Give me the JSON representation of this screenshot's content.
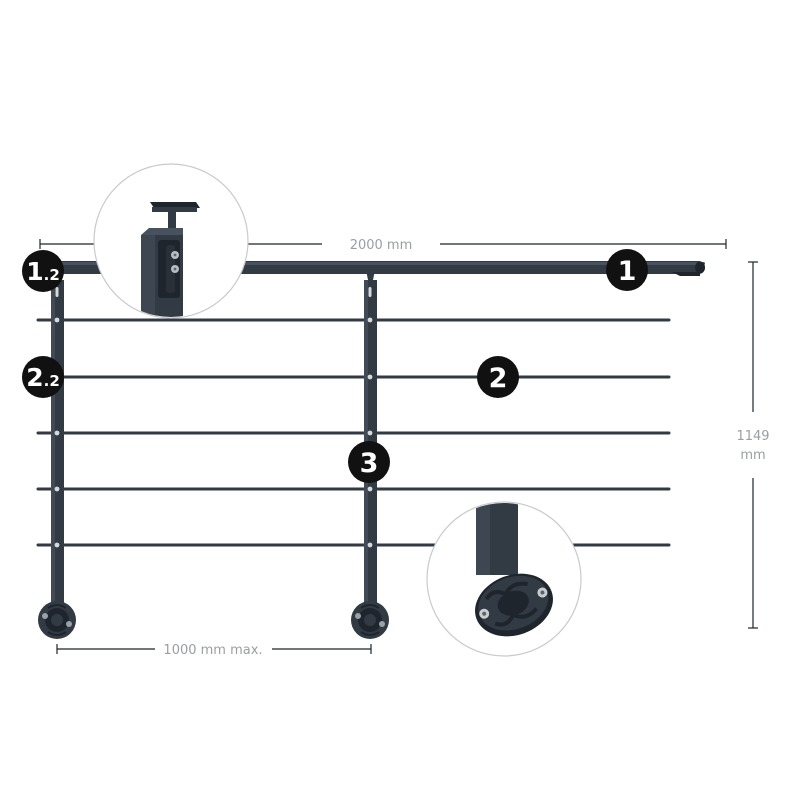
{
  "dimensions": {
    "width_label": "2000 mm",
    "post_spacing_label": "1000 mm max.",
    "height_value": "1149",
    "height_unit": "mm"
  },
  "badges": {
    "handrail": {
      "main": "1"
    },
    "handrail_end_bracket": {
      "main": "1",
      "sub": ".2"
    },
    "cables": {
      "main": "2"
    },
    "cable_end_fitting": {
      "main": "2",
      "sub": ".2"
    },
    "post": {
      "main": "3"
    }
  },
  "colors": {
    "metal": "#323a44",
    "metal_dark": "#1f252c",
    "badge": "#111111",
    "dimension": "#9a9ea3",
    "detail_circle_border": "#c8cacd"
  }
}
